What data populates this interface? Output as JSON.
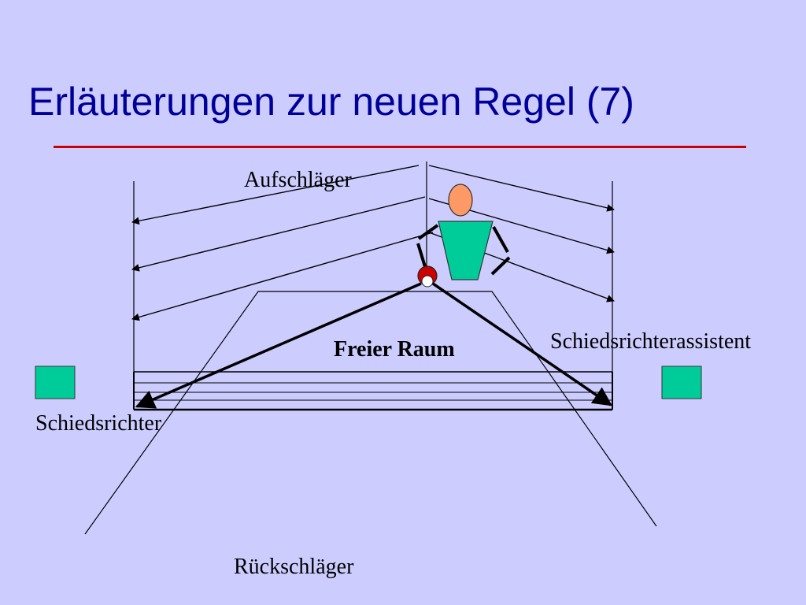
{
  "slide": {
    "title": "Erläuterungen zur neuen Regel (7)",
    "colors": {
      "background": "#ccccff",
      "title": "#000099",
      "title_rule": "#cc0000",
      "marker": "#00cc99",
      "server_head": "#ff9966",
      "server_body": "#00cc99",
      "ball_red": "#cc0000"
    }
  },
  "diagram": {
    "labels": {
      "server": "Aufschläger",
      "free_space": "Freier Raum",
      "umpire_assistant": "Schiedsrichterassistent",
      "umpire": "Schiedsrichter",
      "receiver": "Rückschläger"
    }
  }
}
